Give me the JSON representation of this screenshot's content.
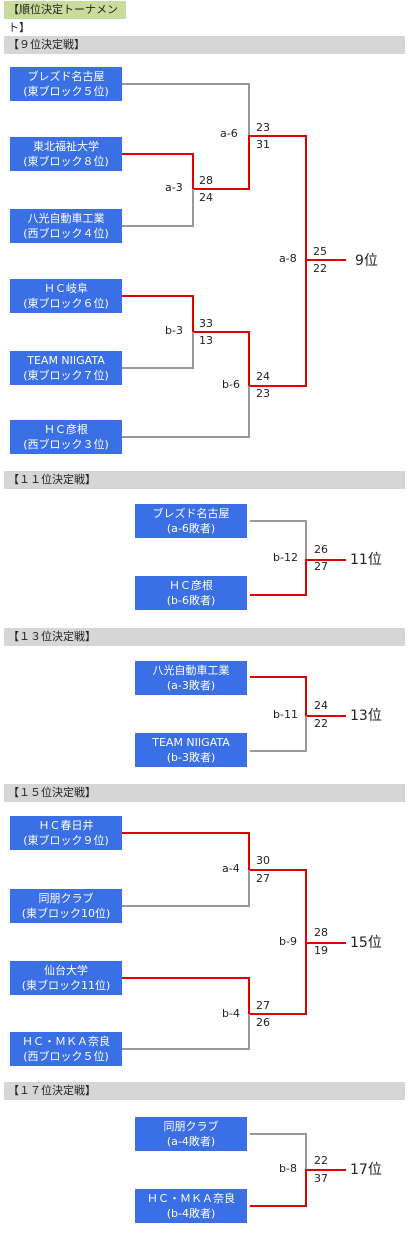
{
  "page_title": "【順位決定トーナメント】",
  "colors": {
    "team_bg": "#3a6fe6",
    "winner_line": "#e00000",
    "loser_line": "#999999",
    "header_bg": "#d6d6d6",
    "title_bg": "#c9dc9c"
  },
  "sections": [
    {
      "title": "【９位決定戦】",
      "result": "9位",
      "teams": [
        {
          "name": "ブレズド名古屋",
          "sub": "(東ブロック５位)"
        },
        {
          "name": "東北福祉大学",
          "sub": "(東ブロック８位)"
        },
        {
          "name": "八光自動車工業",
          "sub": "(西ブロック４位)"
        },
        {
          "name": "ＨＣ岐阜",
          "sub": "(東ブロック６位)"
        },
        {
          "name": "TEAM NIIGATA",
          "sub": "(東ブロック７位)"
        },
        {
          "name": "ＨＣ彦根",
          "sub": "(西ブロック３位)"
        }
      ],
      "matches": [
        {
          "id": "a-3",
          "score_top": "28",
          "score_bottom": "24"
        },
        {
          "id": "a-6",
          "score_top": "23",
          "score_bottom": "31"
        },
        {
          "id": "b-3",
          "score_top": "33",
          "score_bottom": "13"
        },
        {
          "id": "b-6",
          "score_top": "24",
          "score_bottom": "23"
        },
        {
          "id": "a-8",
          "score_top": "25",
          "score_bottom": "22"
        }
      ]
    },
    {
      "title": "【１１位決定戦】",
      "result": "11位",
      "teams": [
        {
          "name": "ブレズド名古屋",
          "sub": "(a-6敗者)"
        },
        {
          "name": "ＨＣ彦根",
          "sub": "(b-6敗者)"
        }
      ],
      "matches": [
        {
          "id": "b-12",
          "score_top": "26",
          "score_bottom": "27"
        }
      ]
    },
    {
      "title": "【１３位決定戦】",
      "result": "13位",
      "teams": [
        {
          "name": "八光自動車工業",
          "sub": "(a-3敗者)"
        },
        {
          "name": "TEAM NIIGATA",
          "sub": "(b-3敗者)"
        }
      ],
      "matches": [
        {
          "id": "b-11",
          "score_top": "24",
          "score_bottom": "22"
        }
      ]
    },
    {
      "title": "【１５位決定戦】",
      "result": "15位",
      "teams": [
        {
          "name": "ＨＣ春日井",
          "sub": "(東ブロック９位)"
        },
        {
          "name": "同朋クラブ",
          "sub": "(東ブロック10位)"
        },
        {
          "name": "仙台大学",
          "sub": "(東ブロック11位)"
        },
        {
          "name": "ＨＣ・ＭＫＡ奈良",
          "sub": "(西ブロック５位)"
        }
      ],
      "matches": [
        {
          "id": "a-4",
          "score_top": "30",
          "score_bottom": "27"
        },
        {
          "id": "b-4",
          "score_top": "27",
          "score_bottom": "26"
        },
        {
          "id": "b-9",
          "score_top": "28",
          "score_bottom": "19"
        }
      ]
    },
    {
      "title": "【１７位決定戦】",
      "result": "17位",
      "teams": [
        {
          "name": "同朋クラブ",
          "sub": "(a-4敗者)"
        },
        {
          "name": "ＨＣ・ＭＫＡ奈良",
          "sub": "(b-4敗者)"
        }
      ],
      "matches": [
        {
          "id": "b-8",
          "score_top": "22",
          "score_bottom": "37"
        }
      ]
    }
  ]
}
